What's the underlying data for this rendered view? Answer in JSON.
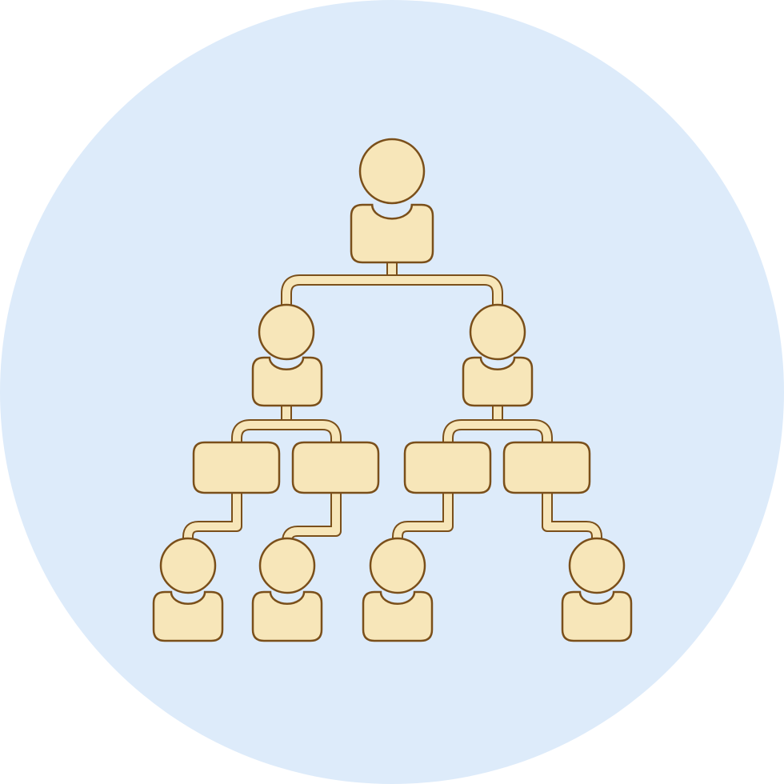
{
  "icon": {
    "name": "organization-hierarchy-icon",
    "levels": 4,
    "nodes": [
      {
        "id": "root",
        "kind": "person",
        "parent": null
      },
      {
        "id": "manager-left",
        "kind": "person",
        "parent": "root"
      },
      {
        "id": "manager-right",
        "kind": "person",
        "parent": "root"
      },
      {
        "id": "box-1",
        "kind": "box",
        "parent": "manager-left"
      },
      {
        "id": "box-2",
        "kind": "box",
        "parent": "manager-left"
      },
      {
        "id": "box-3",
        "kind": "box",
        "parent": "manager-right"
      },
      {
        "id": "box-4",
        "kind": "box",
        "parent": "manager-right"
      },
      {
        "id": "leaf-1",
        "kind": "person",
        "parent": "box-1"
      },
      {
        "id": "leaf-2",
        "kind": "person",
        "parent": "box-2"
      },
      {
        "id": "leaf-3",
        "kind": "person",
        "parent": "box-3"
      },
      {
        "id": "leaf-4",
        "kind": "person",
        "parent": "box-4"
      }
    ]
  },
  "colors": {
    "background_circle": "#DDEBFA",
    "fill": "#F7E6B9",
    "stroke": "#7A4F1A",
    "page": "#FFFFFF"
  }
}
